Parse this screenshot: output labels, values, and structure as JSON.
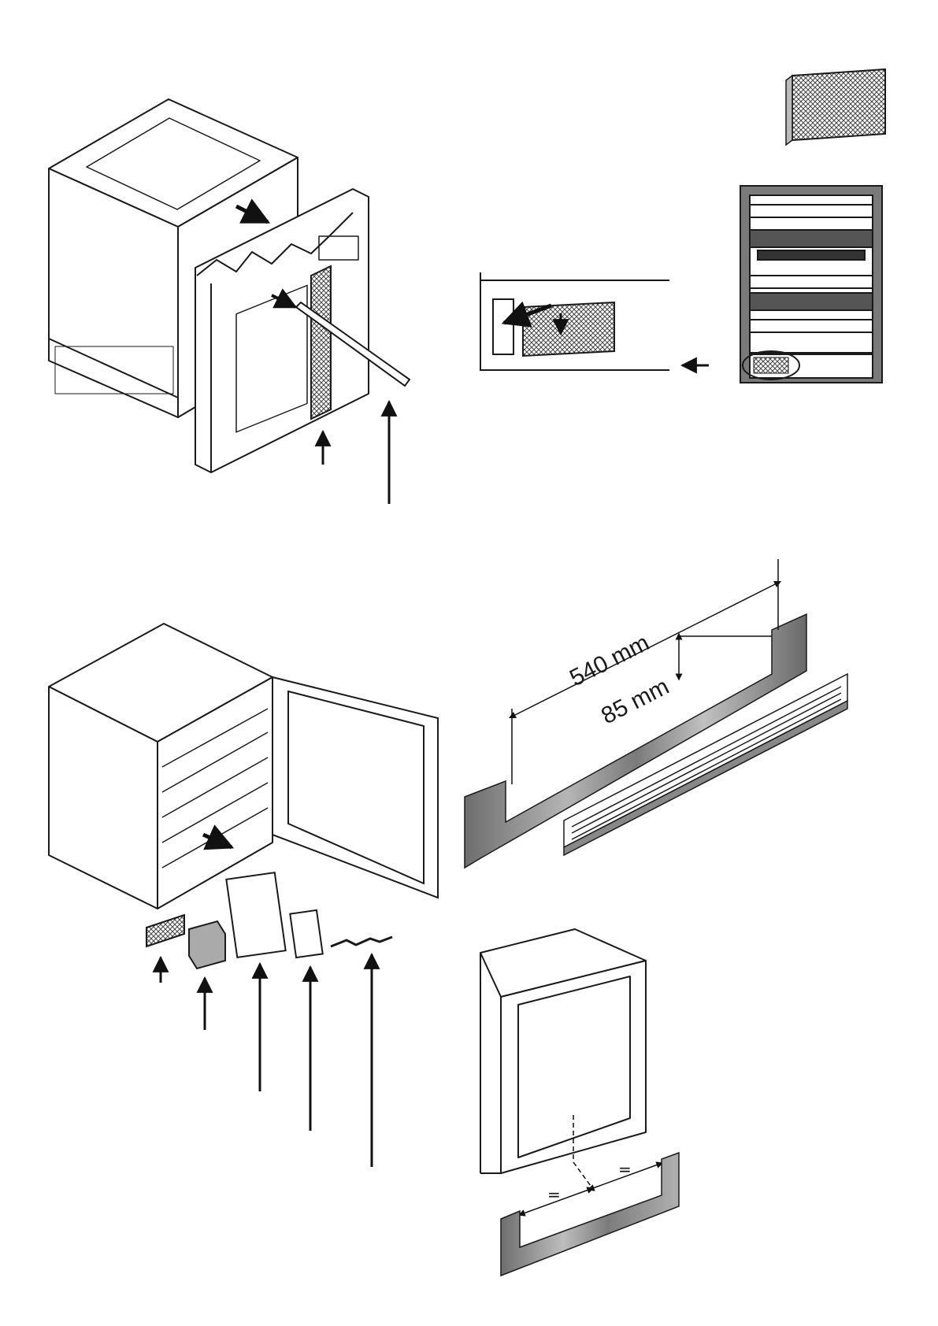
{
  "dimensions": {
    "length": "540 mm",
    "height": "85 mm"
  },
  "centering_marks": {
    "left": "=",
    "right": "="
  },
  "colors": {
    "line": "#1a1a1a",
    "plinth": "#8a8a8a",
    "grille": "#555555"
  },
  "icons": [
    "appliance-rear-packaging",
    "ventilation-filter",
    "wine-cabinet-front",
    "filter-removal-detail",
    "appliance-door-open",
    "accessory-kit",
    "plinth-dimensions",
    "plinth-centering"
  ]
}
